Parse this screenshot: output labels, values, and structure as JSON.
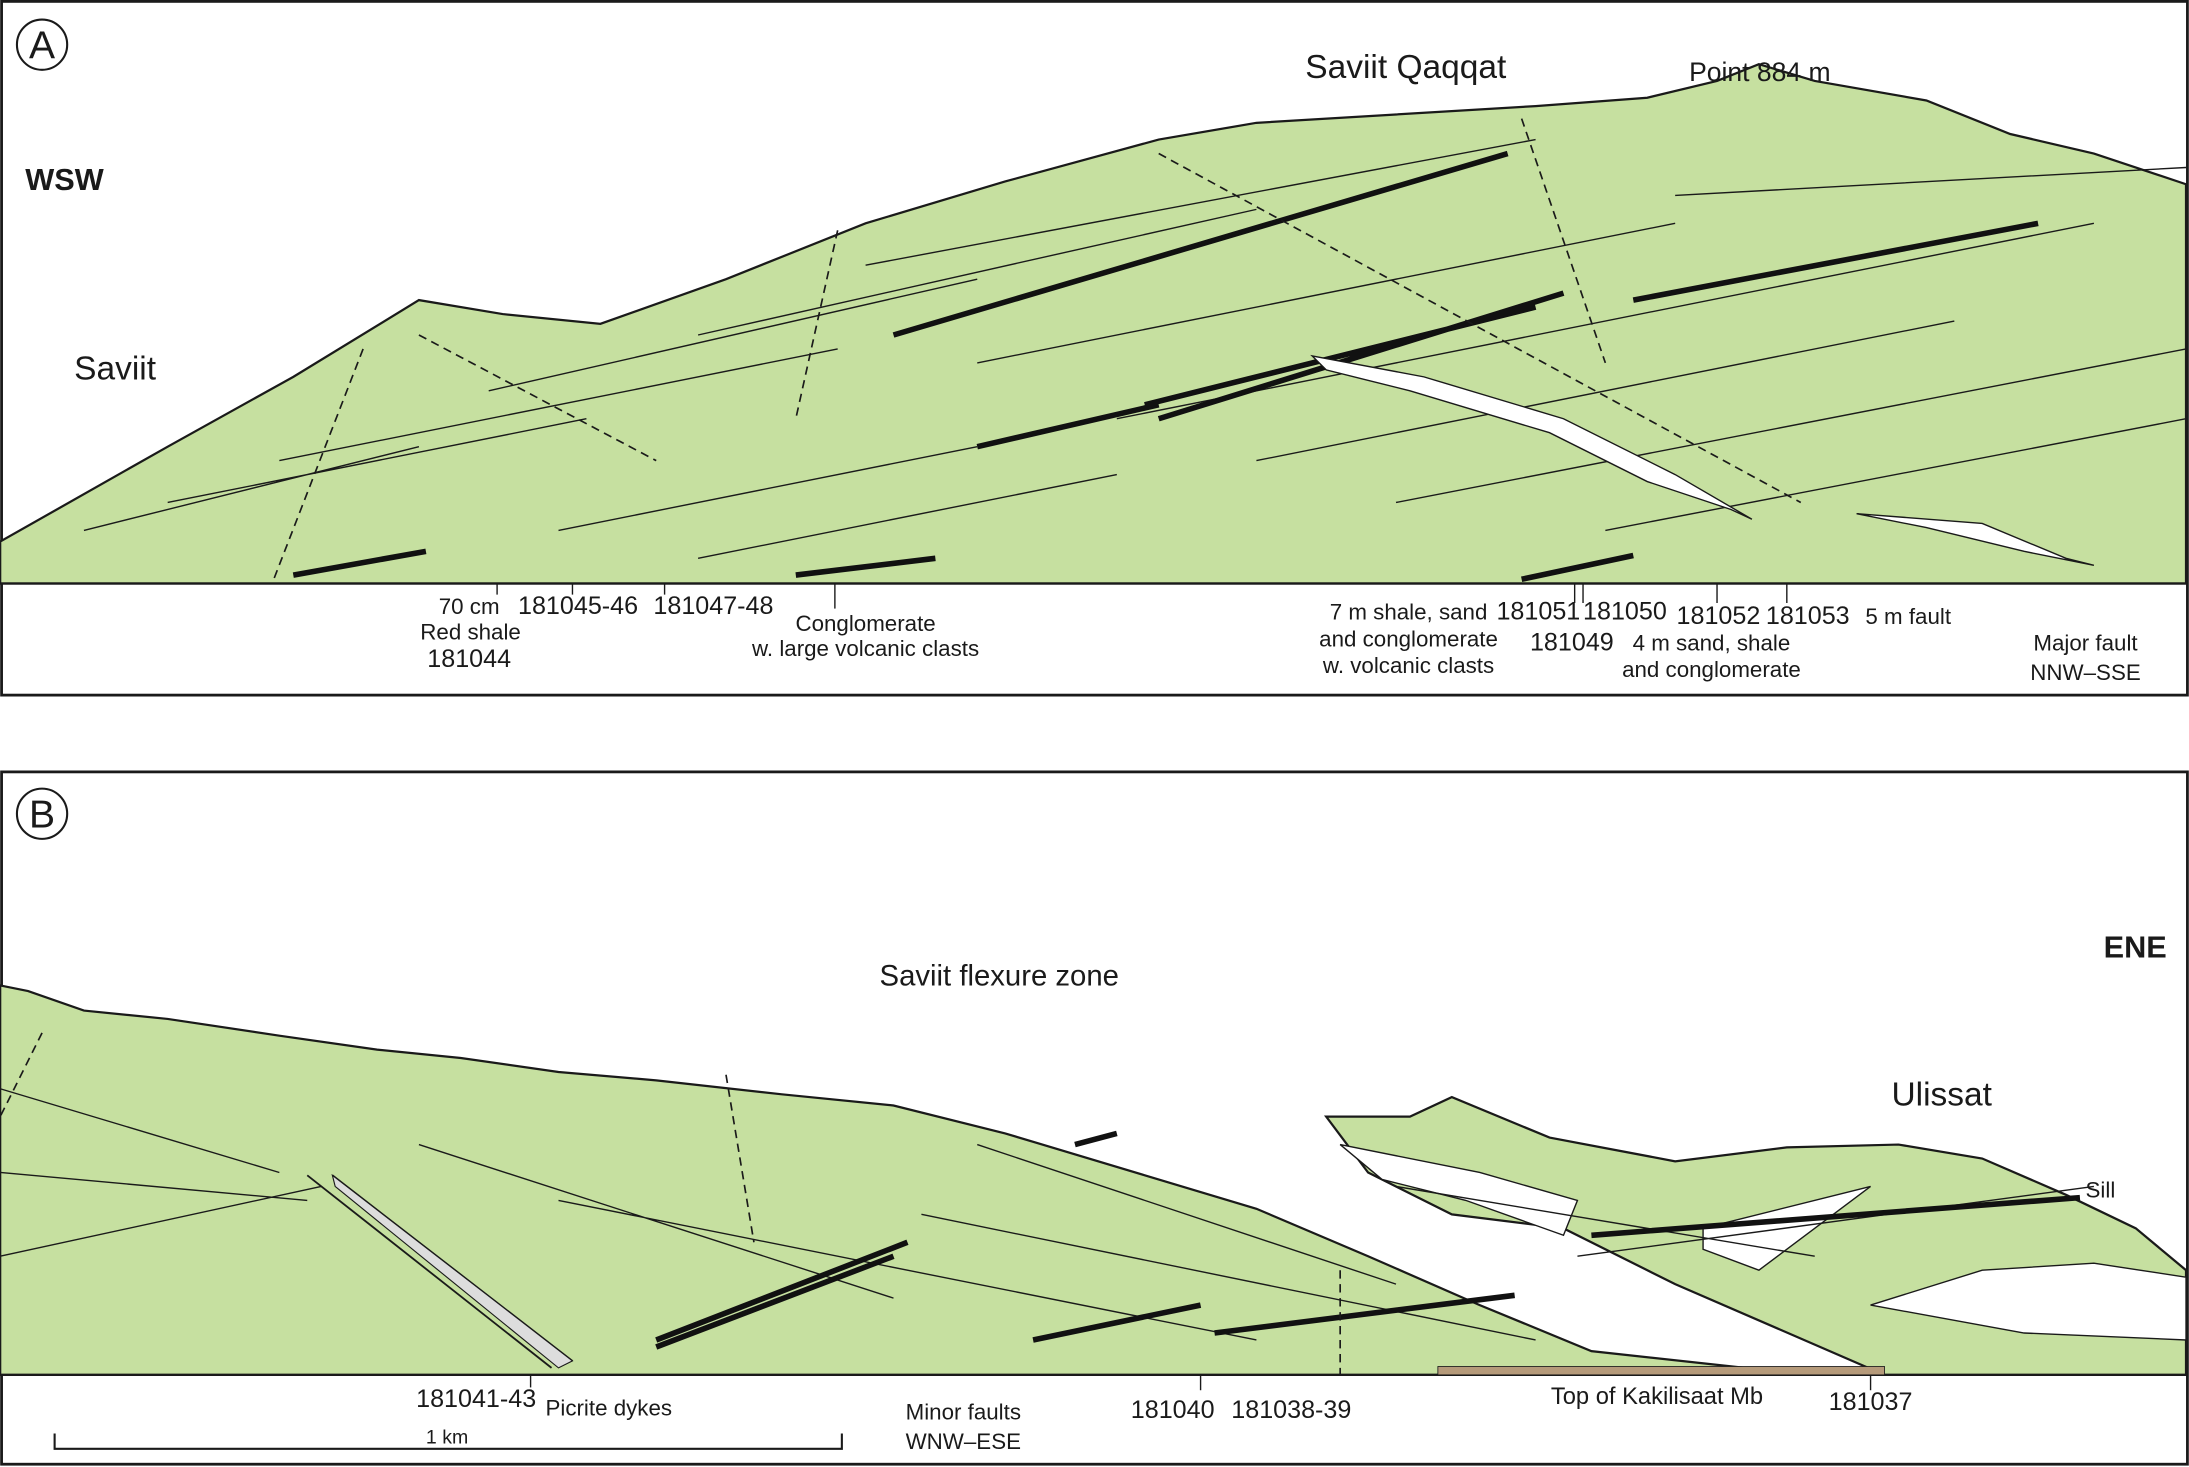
{
  "panel_a": {
    "letter": "A",
    "direction": "WSW",
    "places": {
      "saviit": "Saviit",
      "saviit_qaqqat": "Saviit Qaqqat",
      "point": "Point 884 m"
    },
    "labels": {
      "seventy_cm": "70 cm",
      "red_shale": "Red shale",
      "s181044": "181044",
      "s181045": "181045-46",
      "s181047": "181047-48",
      "conglomerate_1": "Conglomerate",
      "conglomerate_2": "w. large volcanic clasts",
      "shale7_1": "7 m shale, sand",
      "shale7_2": "and conglomerate",
      "shale7_3": "w. volcanic clasts",
      "s181051": "181051",
      "s181050": "181050",
      "s181049": "181049",
      "s181052": "181052",
      "s181053": "181053",
      "sand4_1": "4 m sand, shale",
      "sand4_2": "and conglomerate",
      "fault5": "5 m fault",
      "major_fault_1": "Major fault",
      "major_fault_2": "NNW–SSE"
    }
  },
  "panel_b": {
    "letter": "B",
    "direction": "ENE",
    "places": {
      "flexure": "Saviit flexure zone",
      "ulissat": "Ulissat",
      "sill": "Sill"
    },
    "labels": {
      "s181041": "181041-43",
      "picrite": "Picrite dykes",
      "minor_faults_1": "Minor faults",
      "minor_faults_2": "WNW–ESE",
      "s181040": "181040",
      "s181038": "181038-39",
      "kakilisaat": "Top of Kakilisaat Mb",
      "s181037": "181037"
    },
    "scale_bar": "1 km"
  },
  "colors": {
    "terrain": "#c6e0a0"
  }
}
